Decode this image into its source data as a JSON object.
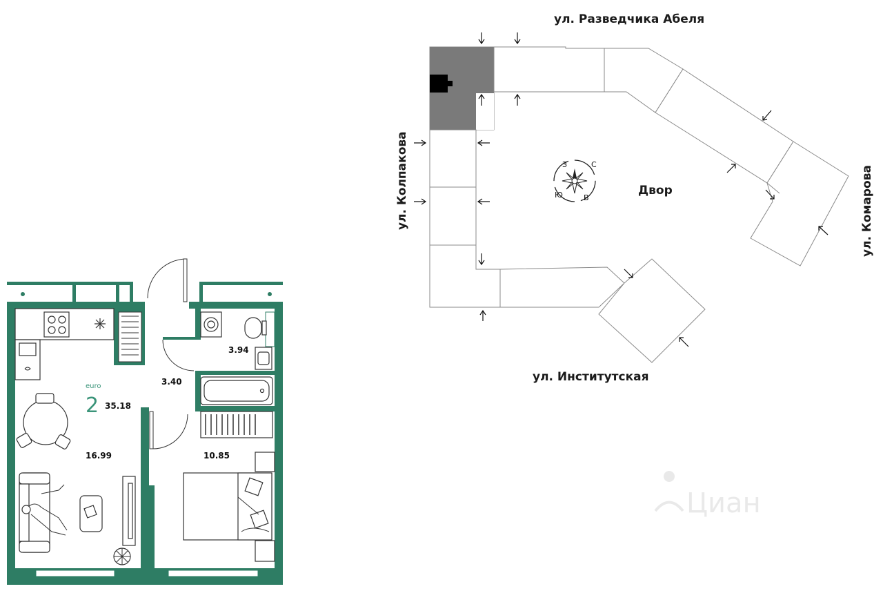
{
  "site_plan": {
    "streets": {
      "north": "ул. Разведчика Абеля",
      "west": "ул. Колпакова",
      "east": "ул. Комарова",
      "south": "ул. Институтская"
    },
    "courtyard_label": "Двор",
    "compass": {
      "north": "С",
      "east": "В",
      "south": "Ю",
      "west": "З"
    }
  },
  "apartment": {
    "class_label": "euro",
    "rooms": "2",
    "total_area": "35.18",
    "room_areas": {
      "kitchen_living": "16.99",
      "bedroom": "10.85",
      "hallway": "3.40",
      "bathroom": "3.94"
    }
  },
  "watermark": "Циан",
  "colors": {
    "wall": "#2e7d64",
    "accent_text": "#3a9479",
    "highlighted_section": "#7a7a7a",
    "current_unit": "#000000"
  }
}
